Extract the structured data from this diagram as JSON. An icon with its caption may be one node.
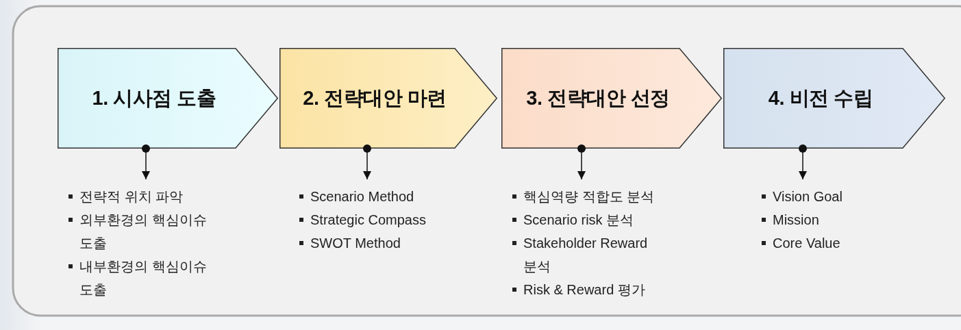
{
  "diagram": {
    "nodes": [
      {
        "text": [
          "1. 시사점 도출"
        ]
      },
      {
        "text": [
          "2. 전략대안 마련"
        ]
      },
      {
        "text": [
          "3. 전략대안 선정"
        ]
      },
      {
        "text": [
          "4. 비전 수립"
        ]
      },
      {
        "text": [
          "전략적 위치 파악",
          "외부환경의 핵심이슈 도출",
          "내부환경의 핵심이슈 도출"
        ]
      },
      {
        "text": [
          "Scenario Method",
          "Strategic Compass",
          "SWOT Method"
        ]
      },
      {
        "text": [
          "핵심역량 적합도 분석",
          "Scenario risk 분석",
          "Stakeholder Reward 분석",
          "Risk & Reward 평가"
        ]
      },
      {
        "text": [
          "Vision Goal",
          "Mission",
          "Core Value"
        ]
      }
    ],
    "edges": [
      {
        "from": 0,
        "to": 4,
        "arrow": "to"
      },
      {
        "from": 1,
        "to": 5,
        "arrow": "to"
      },
      {
        "from": 2,
        "to": 6,
        "arrow": "to"
      },
      {
        "from": 3,
        "to": 7,
        "arrow": "to"
      }
    ]
  }
}
